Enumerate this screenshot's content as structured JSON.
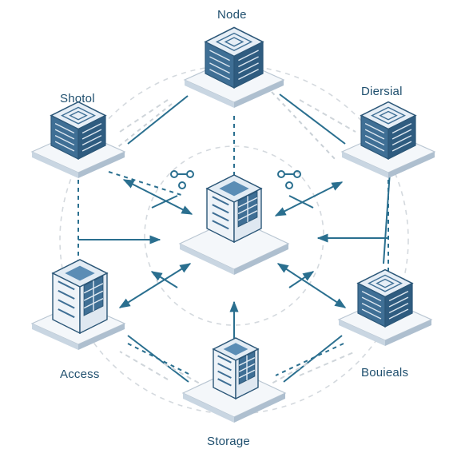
{
  "labels": {
    "top": "Node",
    "upper_left": "Shotol",
    "upper_right": "Diersial",
    "lower_left": "Access",
    "lower_right": "Bouieals",
    "bottom": "Storage"
  },
  "colors": {
    "accent": "#2d7fa3",
    "server_front": "#3f6f95",
    "server_dark": "#2c5778",
    "server_top": "#dce8f2",
    "platform": "#eef3f8",
    "line": "#2a6f8f",
    "dashed": "#c9d0d6",
    "label": "#1f4f6e"
  },
  "icons": [
    "server-icon",
    "network-icon",
    "arrow-icon"
  ]
}
